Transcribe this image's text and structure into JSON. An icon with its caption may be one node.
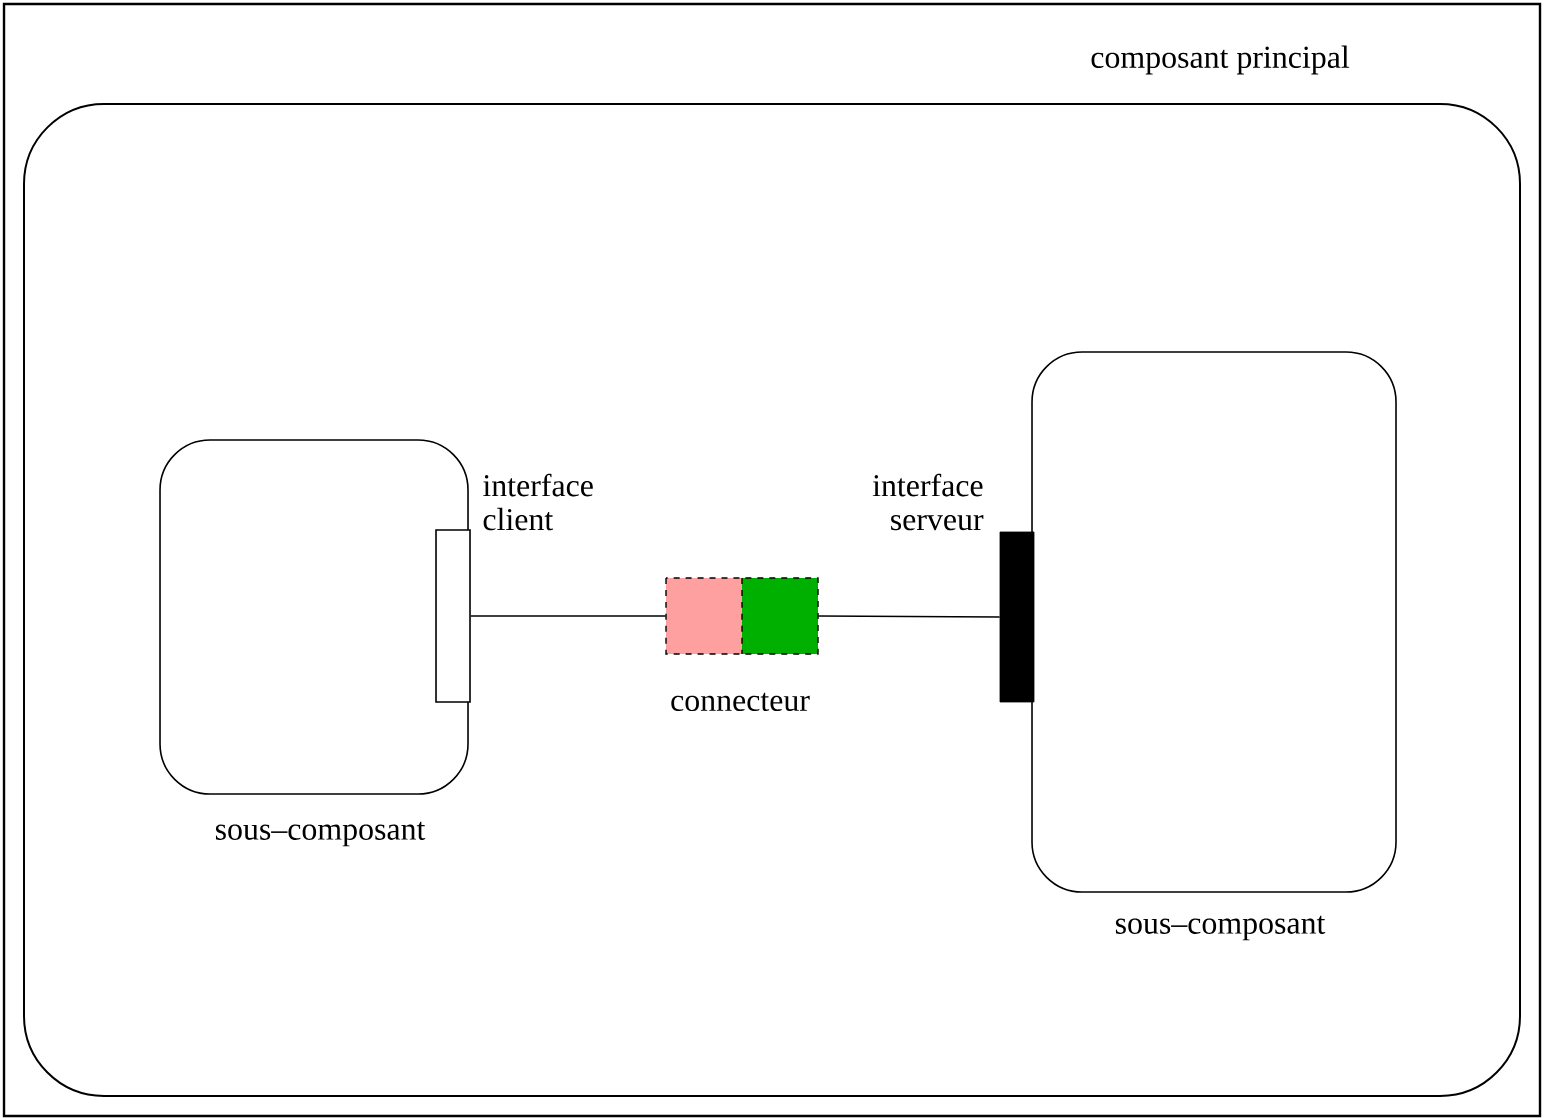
{
  "diagram": {
    "nodes": [
      {
        "text": [
          "composant principal"
        ]
      },
      {
        "text": [
          "sous–composant"
        ],
        "in": 0
      },
      {
        "text": [
          "interface client"
        ],
        "in": 1
      },
      {
        "text": [
          "connecteur"
        ],
        "in": 0
      },
      {
        "text": [
          "interface serveur"
        ],
        "in": 0
      },
      {
        "text": [
          "sous–composant"
        ],
        "in": 0
      }
    ],
    "edges": [
      {
        "from": 2,
        "to": 3,
        "arrow": "none"
      },
      {
        "from": 3,
        "to": 4,
        "arrow": "none"
      }
    ]
  }
}
